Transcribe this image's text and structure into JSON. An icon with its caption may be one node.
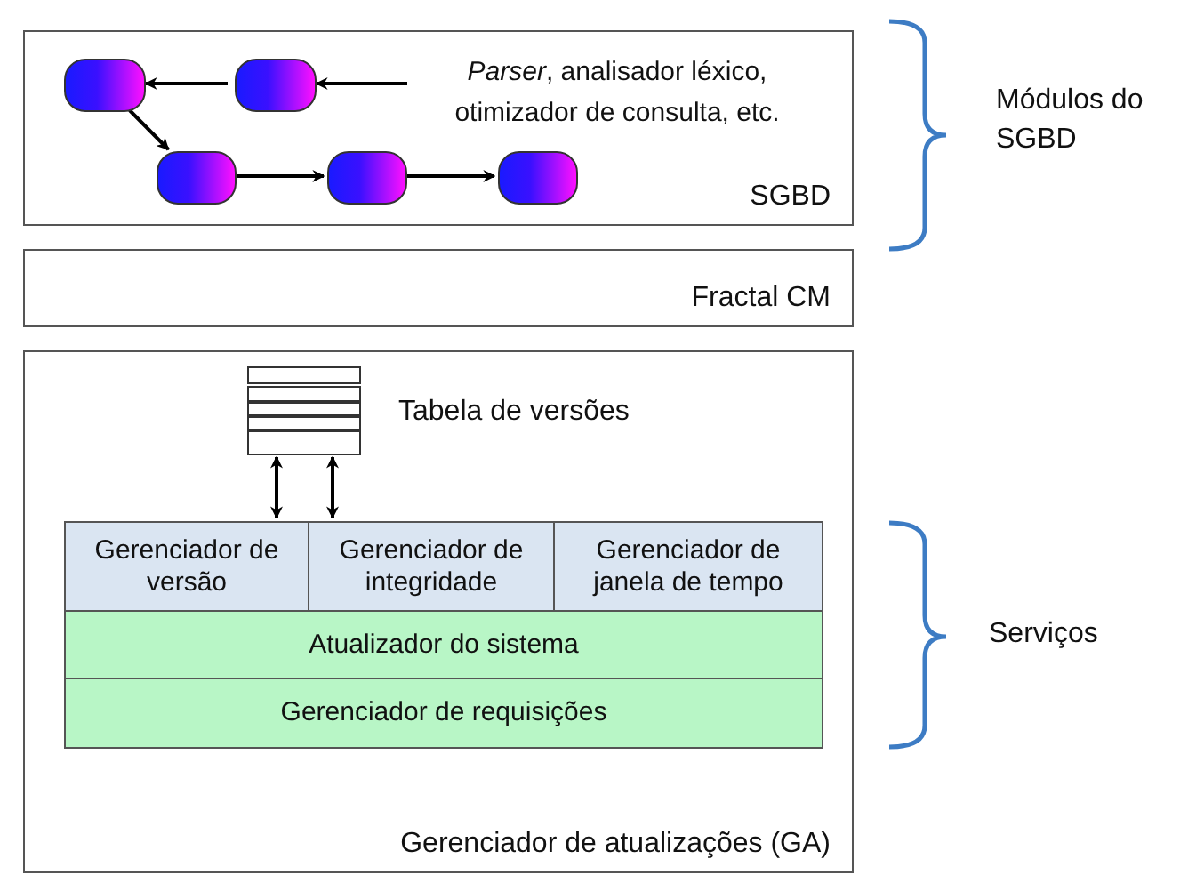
{
  "diagram": {
    "nodes": [
      {
        "text": [
          "SGBD"
        ]
      },
      {
        "text": [
          "*Parser*, analisador léxico, otimizador de consulta, etc."
        ],
        "in": 0
      },
      {
        "text": [],
        "shape": "capsule",
        "in": 0
      },
      {
        "text": [],
        "shape": "capsule",
        "in": 0
      },
      {
        "text": [],
        "shape": "capsule",
        "in": 0
      },
      {
        "text": [],
        "shape": "capsule",
        "in": 0
      },
      {
        "text": [],
        "shape": "capsule",
        "in": 0
      },
      {
        "text": [
          "Fractal CM"
        ]
      },
      {
        "text": [
          "Gerenciador de atualizações (GA)"
        ]
      },
      {
        "text": [],
        "shape": "table",
        "beside": [
          "Tabela de versões"
        ],
        "in": 8
      },
      {
        "text": [
          "Gerenciador de versão"
        ],
        "in": 8
      },
      {
        "text": [
          "Gerenciador de integridade"
        ],
        "in": 8
      },
      {
        "text": [
          "Gerenciador de janela de tempo"
        ],
        "in": 8
      },
      {
        "text": [
          "Atualizador do sistema"
        ],
        "in": 8
      },
      {
        "text": [
          "Gerenciador de requisições"
        ],
        "in": 8
      }
    ],
    "edges": [
      {
        "from": 1,
        "to": 3,
        "arrow": "to"
      },
      {
        "from": 3,
        "to": 2,
        "arrow": "to"
      },
      {
        "from": 2,
        "to": 4,
        "arrow": "to"
      },
      {
        "from": 4,
        "to": 5,
        "arrow": "to"
      },
      {
        "from": 5,
        "to": 6,
        "arrow": "to"
      },
      {
        "from": 9,
        "to": 10,
        "arrow": "both"
      },
      {
        "from": 9,
        "to": 11,
        "arrow": "both"
      }
    ],
    "labels": [
      "Módulos do SGBD",
      "Serviços"
    ]
  }
}
